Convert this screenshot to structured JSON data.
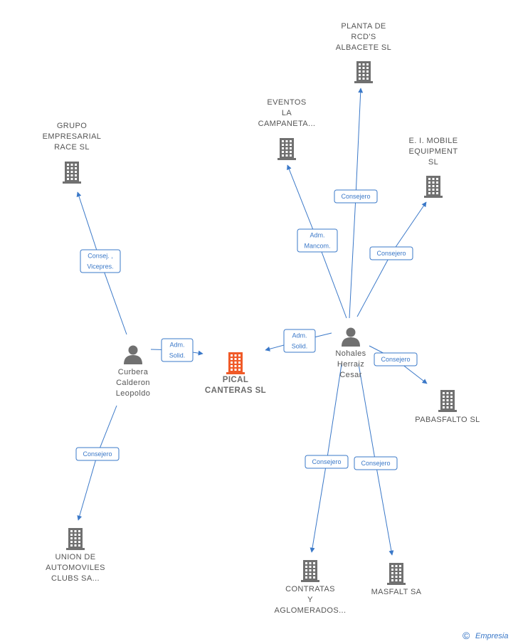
{
  "nodes": {
    "pical": {
      "label": [
        "PICAL",
        "CANTERAS SL"
      ],
      "type": "company",
      "main": true
    },
    "curbera": {
      "label": [
        "Curbera",
        "Calderon",
        "Leopoldo"
      ],
      "type": "person"
    },
    "nohales": {
      "label": [
        "Nohales",
        "Herraiz",
        "Cesar"
      ],
      "type": "person"
    },
    "grupo": {
      "label": [
        "GRUPO",
        "EMPRESARIAL",
        "RACE SL"
      ],
      "type": "company"
    },
    "union": {
      "label": [
        "UNION DE",
        "AUTOMOVILES",
        "CLUBS SA..."
      ],
      "type": "company"
    },
    "eventos": {
      "label": [
        "EVENTOS",
        "LA",
        "CAMPANETA..."
      ],
      "type": "company"
    },
    "planta": {
      "label": [
        "PLANTA DE",
        "RCD'S",
        "ALBACETE SL"
      ],
      "type": "company"
    },
    "ei_mobile": {
      "label": [
        "E. I. MOBILE",
        "EQUIPMENT",
        "SL"
      ],
      "type": "company"
    },
    "pabasfalto": {
      "label": [
        "PABASFALTO SL"
      ],
      "type": "company"
    },
    "contratas": {
      "label": [
        "CONTRATAS",
        "Y",
        "AGLOMERADOS..."
      ],
      "type": "company"
    },
    "masfalt": {
      "label": [
        "MASFALT SA"
      ],
      "type": "company"
    }
  },
  "edges": [
    {
      "from": "curbera",
      "to": "pical",
      "role": [
        "Adm.",
        "Solid."
      ]
    },
    {
      "from": "curbera",
      "to": "grupo",
      "role": [
        "Consej. ,",
        "Vicepres."
      ]
    },
    {
      "from": "curbera",
      "to": "union",
      "role": [
        "Consejero"
      ]
    },
    {
      "from": "nohales",
      "to": "pical",
      "role": [
        "Adm.",
        "Solid."
      ]
    },
    {
      "from": "nohales",
      "to": "eventos",
      "role": [
        "Adm.",
        "Mancom."
      ]
    },
    {
      "from": "nohales",
      "to": "planta",
      "role": [
        "Consejero"
      ]
    },
    {
      "from": "nohales",
      "to": "ei_mobile",
      "role": [
        "Consejero"
      ]
    },
    {
      "from": "nohales",
      "to": "pabasfalto",
      "role": [
        "Consejero"
      ]
    },
    {
      "from": "nohales",
      "to": "contratas",
      "role": [
        "Consejero"
      ]
    },
    {
      "from": "nohales",
      "to": "masfalt",
      "role": [
        "Consejero"
      ]
    }
  ],
  "footer": {
    "copyright_symbol": "©",
    "brand": "Empresia"
  },
  "colors": {
    "edge": "#3a78c8",
    "main_node": "#f05a28",
    "node": "#707070"
  }
}
